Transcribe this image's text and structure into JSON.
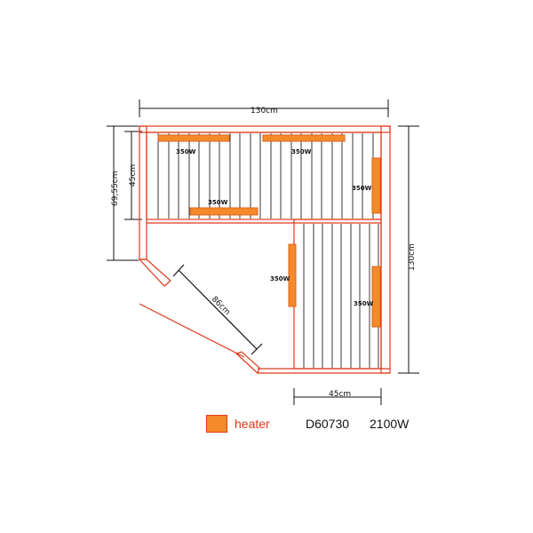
{
  "colors": {
    "wall": "#e03a1a",
    "heater_fill": "#f58a2a",
    "heater_border": "#e0601a",
    "line": "#111111",
    "slat": "#222222"
  },
  "dimensions": {
    "top_width": "130cm",
    "right_height": "130cm",
    "left_outer": "69,55cm",
    "left_inner": "45cm",
    "diagonal": "86cm",
    "bottom_bench": "45cm"
  },
  "heaters": [
    {
      "label": "350W"
    },
    {
      "label": "350W"
    },
    {
      "label": "350W"
    },
    {
      "label": "350W"
    },
    {
      "label": "350W"
    },
    {
      "label": "350W"
    }
  ],
  "legend": {
    "heater_label": "heater",
    "model": "D60730",
    "total_power": "2100W"
  }
}
